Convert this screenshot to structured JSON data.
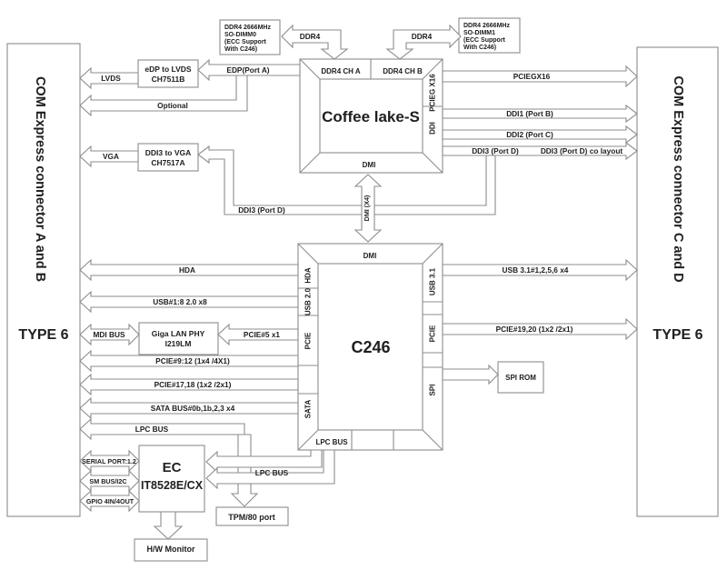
{
  "colors": {
    "line": "#8d8d8d",
    "text": "#202020",
    "background": "#ffffff"
  },
  "connector_left": {
    "title": "COM Express connector A and B",
    "type": "TYPE 6"
  },
  "connector_right": {
    "title": "COM Express connector C and D",
    "type": "TYPE 6"
  },
  "cpu": {
    "name": "Coffee lake-S",
    "ports": {
      "ddr4_a": "DDR4 CH A",
      "ddr4_b": "DDR4 CH B",
      "pcieg": "PCIEG X16",
      "ddi": "DDI",
      "dmi": "DMI"
    }
  },
  "pch": {
    "name": "C246",
    "ports": {
      "dmi": "DMI",
      "hda": "HDA",
      "usb20": "USB 2.0",
      "pcie_left": "PCIE",
      "sata": "SATA",
      "lpc": "LPC BUS",
      "usb31": "USB 3.1",
      "pcie_right": "PCIE",
      "spi": "SPI"
    }
  },
  "boxes": {
    "dimm0": {
      "l1": "DDR4 2666MHz",
      "l2": "SO-DIMM0",
      "l3": "(ECC Support",
      "l4": "With C246)"
    },
    "dimm1": {
      "l1": "DDR4 2666MHz",
      "l2": "SO-DIMM1",
      "l3": "(ECC Support",
      "l4": "With C246)"
    },
    "edp_bridge": {
      "l1": "eDP to LVDS",
      "l2": "CH7511B"
    },
    "vga_bridge": {
      "l1": "DDI3 to VGA",
      "l2": "CH7517A"
    },
    "lan_phy": {
      "l1": "Giga LAN PHY",
      "l2": "I219LM"
    },
    "ec": {
      "l1": "EC",
      "l2": "IT8528E/CX"
    },
    "spi_rom": {
      "label": "SPI ROM"
    },
    "tpm": {
      "label": "TPM/80 port"
    },
    "hw_monitor": {
      "label": "H/W Monitor"
    }
  },
  "labels": {
    "ddr4": "DDR4",
    "edp": "EDP(Port A)",
    "lvds": "LVDS",
    "optional": "Optional",
    "vga": "VGA",
    "pciegx16": "PCIEGX16",
    "ddi1": "DDI1 (Port B)",
    "ddi2": "DDI2 (Port C)",
    "ddi3_out": "DDI3 (Port D)",
    "ddi3_colayout": "DDI3 (Port D) co layout",
    "ddi3_loop": "DDI3 (Port D)",
    "dmi_x4": "DMI (X4)",
    "hda": "HDA",
    "usb18": "USB#1:8 2.0 x8",
    "mdi": "MDI BUS",
    "pcie5": "PCIE#5 x1",
    "pcie912": "PCIE#9:12 (1x4 /4X1)",
    "pcie1718": "PCIE#17,18 (1x2 /2x1)",
    "sata": "SATA BUS#0b,1b,2,3  x4",
    "lpc_left": "LPC BUS",
    "lpc_ec": "LPC BUS",
    "serial": "SERIAL PORT:1.2",
    "smbus": "SM BUS/I2C",
    "gpio": "GPIO 4IN/4OUT",
    "usb31": "USB 3.1#1,2,5,6  x4",
    "pcie1920": "PCIE#19,20 (1x2 /2x1)"
  }
}
